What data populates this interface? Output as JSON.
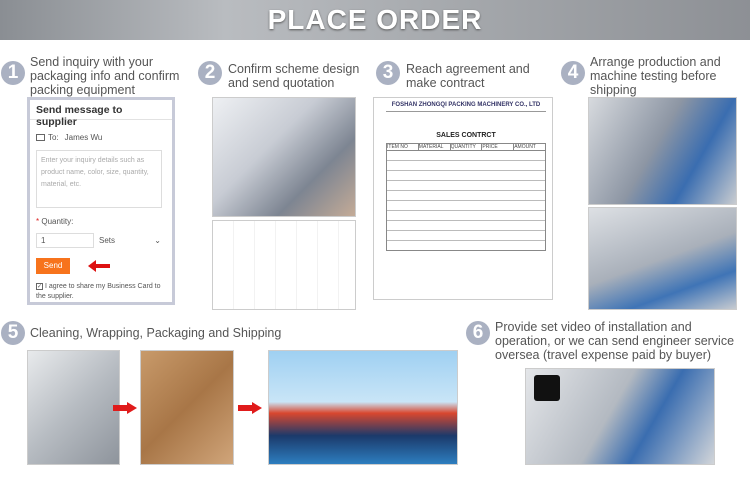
{
  "header": {
    "title": "PLACE ORDER"
  },
  "steps": [
    {
      "number": "1",
      "text": "Send inquiry with your packaging info and confirm packing equipment"
    },
    {
      "number": "2",
      "text": "Confirm scheme design and send quotation"
    },
    {
      "number": "3",
      "text": "Reach agreement and make contract"
    },
    {
      "number": "4",
      "text": "Arrange production and machine testing before shipping"
    },
    {
      "number": "5",
      "text": "Cleaning, Wrapping, Packaging and Shipping"
    },
    {
      "number": "6",
      "text": "Provide set video of installation and operation, or we can send engineer service oversea (travel expense paid by buyer)"
    }
  ],
  "form": {
    "title": "Send message to supplier",
    "to_label": "To:",
    "to_value": "James Wu",
    "placeholder": "Enter your inquiry details such as product name, color, size, quantity, material, etc.",
    "quantity_label": "Quantity:",
    "quantity_value": "1",
    "unit": "Sets",
    "send": "Send",
    "agree": "I agree to share my Business Card to the supplier.",
    "agree_checked": true,
    "accent": "#f7731c"
  },
  "contract": {
    "company": "FOSHAN ZHONGQI PACKING MACHINERY CO., LTD",
    "title": "SALES CONTRCT",
    "columns": [
      "ITEM NO",
      "MATERIAL",
      "QUANTITY",
      "PRICE",
      "AMOUNT"
    ]
  }
}
